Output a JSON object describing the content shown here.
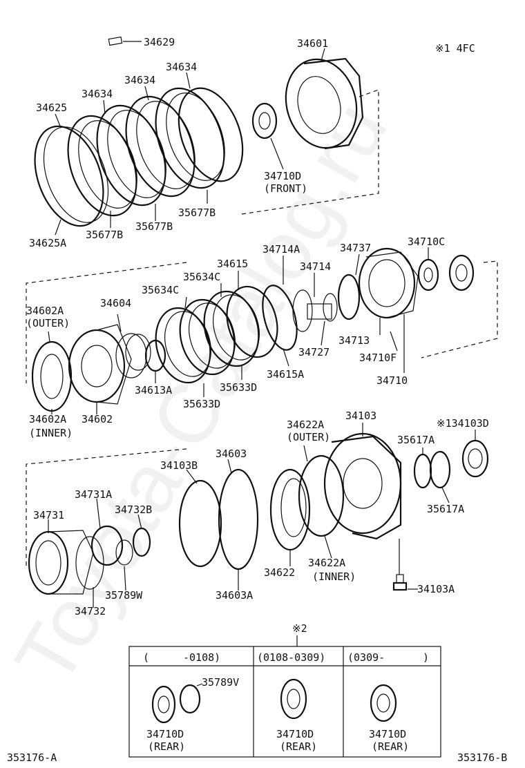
{
  "corner_note": "※1 4FC",
  "watermark": "Toyota-Catalog.ru",
  "labels": {
    "p34629": "34629",
    "p34601": "34601",
    "p34634a": "34634",
    "p34634b": "34634",
    "p34634c": "34634",
    "p34625": "34625",
    "p34625A": "34625A",
    "p35677Ba": "35677B",
    "p35677Bb": "35677B",
    "p35677Bc": "35677B",
    "p34710D": "34710D",
    "p34710Dfront": "(FRONT)",
    "p34714A": "34714A",
    "p34737": "34737",
    "p34710C": "34710C",
    "p34615": "34615",
    "p35634Ca": "35634C",
    "p35634Cb": "35634C",
    "p34714": "34714",
    "p34604": "34604",
    "p34602Aouter1": "34602A",
    "p34602Aouter2": "(OUTER)",
    "note2a": "※2",
    "p34713": "34713",
    "p34727": "34727",
    "p34710F": "34710F",
    "p34613A": "34613A",
    "p34615A": "34615A",
    "p35633Da": "35633D",
    "p35633Db": "35633D",
    "p34710": "34710",
    "p34602Ainner1": "34602A",
    "p34602Ainner2": "(INNER)",
    "p34602": "34602",
    "p34103": "34103",
    "p34622Aouter1": "34622A",
    "p34622Aouter2": "(OUTER)",
    "p134103D": "※134103D",
    "p35617Aa": "35617A",
    "p35617Ab": "35617A",
    "p34103B": "34103B",
    "p34603": "34603",
    "p34731A": "34731A",
    "p34732B": "34732B",
    "p34731": "34731",
    "p35789W": "35789W",
    "p34732": "34732",
    "p34603A": "34603A",
    "p34622": "34622",
    "p34622Ainner1": "34622A",
    "p34622Ainner2": "(INNER)",
    "p34103A": "34103A",
    "bottom_left": "353176-A",
    "bottom_right": "353176-B"
  },
  "inset": {
    "title": "※2",
    "columns": [
      {
        "header_open": "(",
        "header_text": "-0108)",
        "part_code": "35789V",
        "part_label": "34710D",
        "part_sub": "(REAR)"
      },
      {
        "header_text": "(0108-0309)",
        "part_label": "34710D",
        "part_sub": "(REAR)"
      },
      {
        "header_text": "(0309-",
        "header_close": ")",
        "part_label": "34710D",
        "part_sub": "(REAR)"
      }
    ]
  }
}
